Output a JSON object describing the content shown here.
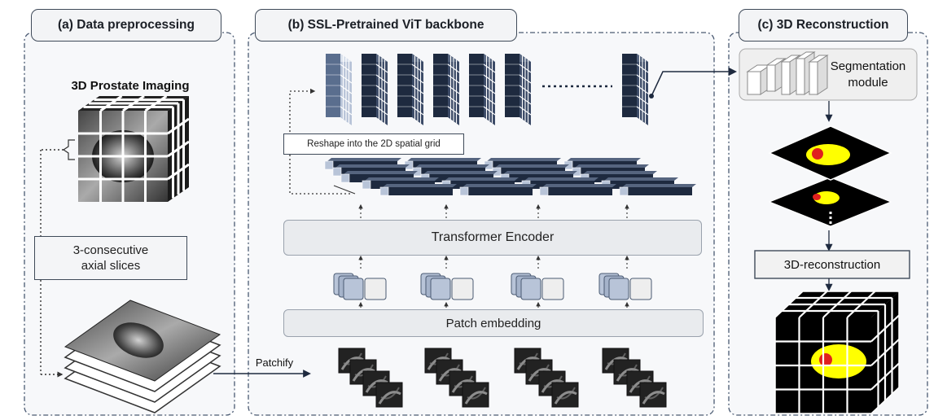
{
  "panels": {
    "a": {
      "title": "(a) Data preprocessing"
    },
    "b": {
      "title": "(b) SSL-Pretrained ViT backbone"
    },
    "c": {
      "title": "(c) 3D Reconstruction"
    }
  },
  "preprocessing": {
    "imaging_label": "3D Prostate Imaging",
    "slices_label_line1": "3-consecutive",
    "slices_label_line2": "axial slices",
    "patchify_label": "Patchify"
  },
  "backbone": {
    "reshape_label": "Reshape into the 2D spatial grid",
    "transformer_label": "Transformer Encoder",
    "patch_embedding_label": "Patch embedding"
  },
  "reconstruction": {
    "segmentation_line1": "Segmentation",
    "segmentation_line2": "module",
    "reconstruction_label": "3D-reconstruction"
  },
  "colors": {
    "panel_border": "#4a5a72",
    "panel_bg": "#f7f8fa",
    "dark_navy": "#1e2a3f",
    "light_steel": "#b8c4d8",
    "box_gray": "#e9ebee",
    "segmentation_yellow": "#ffff00",
    "segmentation_red": "#e0201e",
    "white": "#ffffff"
  }
}
